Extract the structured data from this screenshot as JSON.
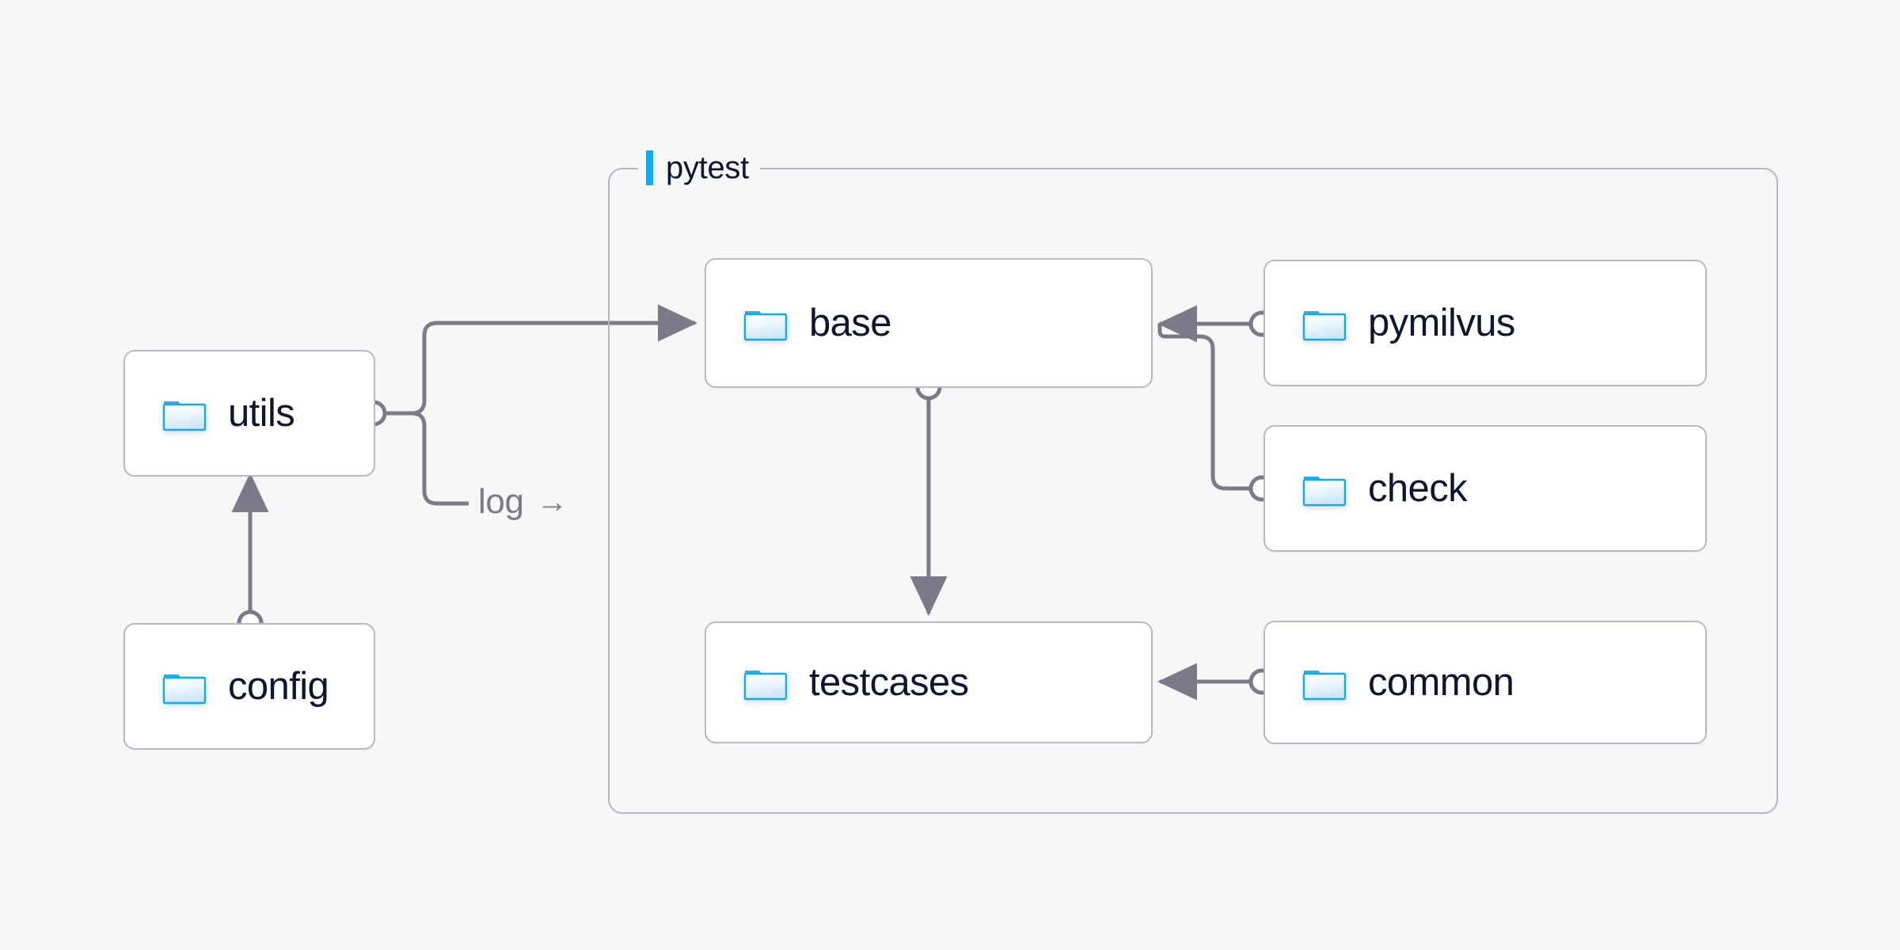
{
  "diagram": {
    "title_label": "pytest",
    "background_color": "#f7f7f7",
    "accent_color": "#0eabee",
    "node_border_color": "#b9b8c4",
    "edge_color": "#7b7a89",
    "text_color": "#0d1530"
  },
  "group": {
    "label": "pytest",
    "accent_color": "#0eabee"
  },
  "nodes": [
    {
      "id": "utils",
      "label": "utils",
      "icon": "folder-icon"
    },
    {
      "id": "config",
      "label": "config",
      "icon": "folder-icon"
    },
    {
      "id": "base",
      "label": "base",
      "icon": "folder-icon"
    },
    {
      "id": "testcases",
      "label": "testcases",
      "icon": "folder-icon"
    },
    {
      "id": "pymilvus",
      "label": "pymilvus",
      "icon": "folder-icon"
    },
    {
      "id": "check",
      "label": "check",
      "icon": "folder-icon"
    },
    {
      "id": "common",
      "label": "common",
      "icon": "folder-icon"
    }
  ],
  "edges": [
    {
      "id": "utils-base",
      "from": "utils",
      "to": "base",
      "label": ""
    },
    {
      "id": "utils-log",
      "from": "utils",
      "to": "pytest",
      "label": "log",
      "arrow_glyph": "→"
    },
    {
      "id": "config-utils",
      "from": "config",
      "to": "utils",
      "label": ""
    },
    {
      "id": "base-testcases",
      "from": "base",
      "to": "testcases",
      "label": ""
    },
    {
      "id": "pymilvus-base",
      "from": "pymilvus",
      "to": "base",
      "label": ""
    },
    {
      "id": "check-base",
      "from": "check",
      "to": "base",
      "label": ""
    },
    {
      "id": "common-testcases",
      "from": "common",
      "to": "testcases",
      "label": ""
    }
  ]
}
